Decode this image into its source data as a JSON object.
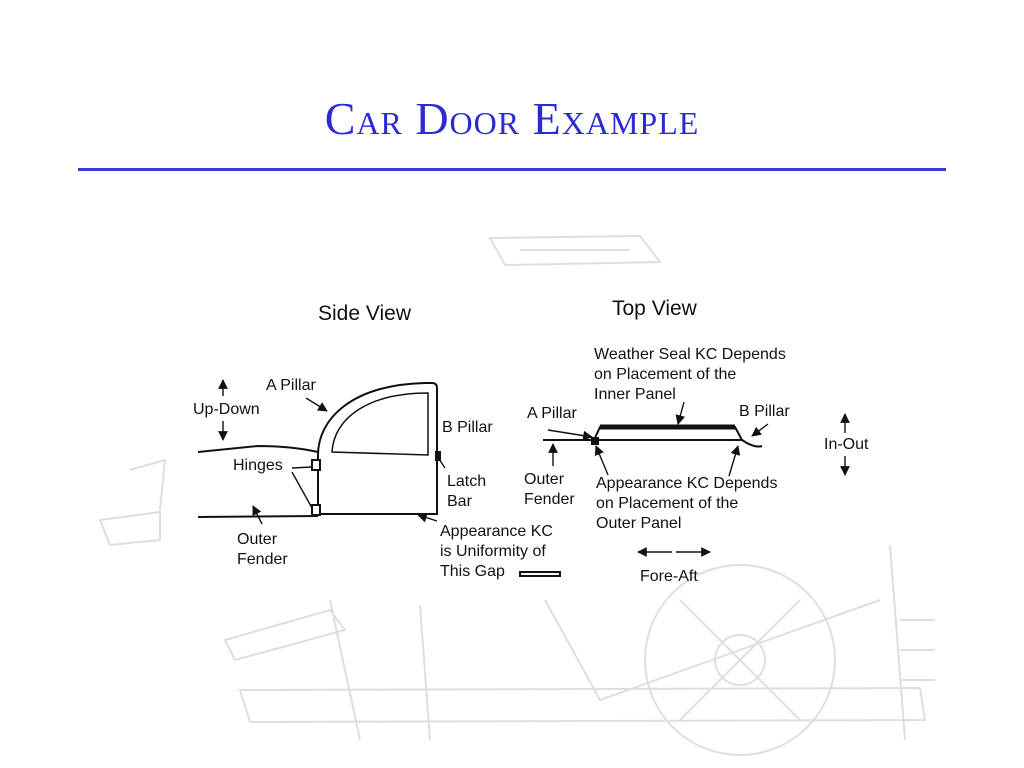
{
  "title": "Car Door Example",
  "colors": {
    "title": "#2b2bd0",
    "rule": "#3a3ad8",
    "ink": "#111111",
    "watermark": "#dddddd"
  },
  "side_view": {
    "heading": "Side View",
    "a_pillar": "A Pillar",
    "up_down": "Up-Down",
    "hinges": "Hinges",
    "outer_fender": [
      "Outer",
      "Fender"
    ],
    "b_pillar": "B Pillar",
    "latch_bar": [
      "Latch",
      "Bar"
    ],
    "appearance_note": [
      "Appearance KC",
      "is Uniformity of",
      "This Gap"
    ]
  },
  "top_view": {
    "heading": "Top View",
    "weather_seal_note": [
      "Weather Seal KC Depends",
      "on Placement of the",
      "Inner Panel"
    ],
    "a_pillar": "A Pillar",
    "b_pillar": "B Pillar",
    "in_out": "In-Out",
    "outer_fender": [
      "Outer",
      "Fender"
    ],
    "appearance_note": [
      "Appearance KC Depends",
      "on Placement of the",
      "Outer Panel"
    ],
    "fore_aft": "Fore-Aft"
  }
}
